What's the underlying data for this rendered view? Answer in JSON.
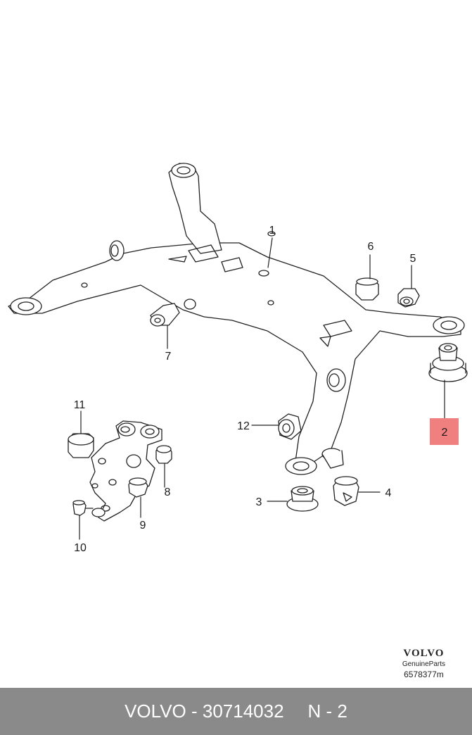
{
  "labels": [
    "1",
    "2",
    "3",
    "4",
    "5",
    "6",
    "7",
    "8",
    "9",
    "10",
    "11",
    "12"
  ],
  "highlight_color": "#f08080",
  "brand": {
    "logo": "VOLVO",
    "subtitle": "GenuineParts",
    "code": "6578377m"
  },
  "footer": {
    "part": "VOLVO - 30714032",
    "ref": "N - 2"
  }
}
